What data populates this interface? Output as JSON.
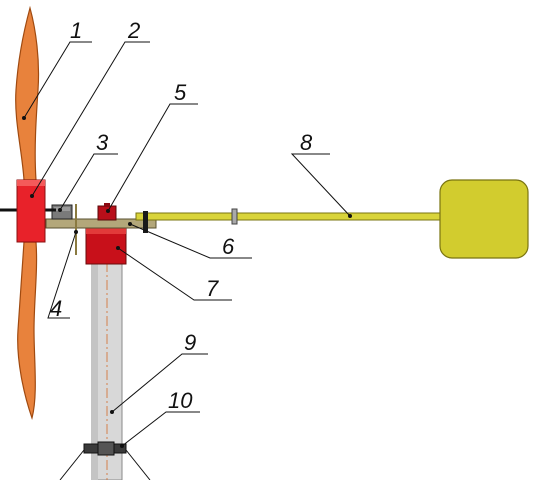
{
  "labels": [
    "1",
    "2",
    "3",
    "4",
    "5",
    "6",
    "7",
    "8",
    "9",
    "10"
  ],
  "colors": {
    "blade": "#e8823c",
    "blade_outline": "#a04a10",
    "hub": "#e8222a",
    "hub_outline": "#8a1010",
    "swivel_block": "#c8101a",
    "tail_boom": "#d9d43a",
    "tail_vane": "#d2cc2e",
    "tail_outline": "#7a7410",
    "mast": "#d8d8d8",
    "mast_shade": "#a9a9a9",
    "frame_plate": "#b3a77a",
    "generator": "#6a6a6a",
    "clamp": "#333333",
    "centerline": "#d46a2a",
    "label_color": "#111111"
  },
  "parts": {
    "blade": "propeller-blade",
    "hub": "rotor-hub",
    "generator": "generator-body",
    "frame": "rotating-frame-plate",
    "top_bearing": "top-bearing",
    "boom_joint": "tail-boom-joint",
    "swivel": "swivel-block",
    "tail_boom": "tail-boom",
    "tail_vane": "tail-vane",
    "mast": "mast-pipe",
    "clamp": "mast-clamp"
  }
}
